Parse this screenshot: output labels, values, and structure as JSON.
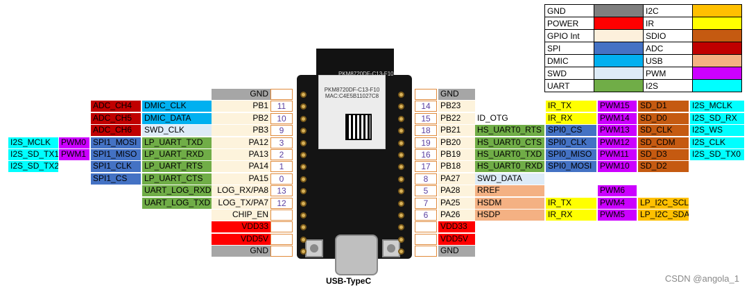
{
  "legend": [
    [
      "GND",
      "#7f7f7f",
      "I2C",
      "#ffc000"
    ],
    [
      "POWER",
      "#ff0000",
      "IR",
      "#ffff00"
    ],
    [
      "GPIO Int",
      "#fdf0dc",
      "SDIO",
      "#c55a11"
    ],
    [
      "SPI",
      "#4472c4",
      "ADC",
      "#c00000"
    ],
    [
      "DMIC",
      "#00b0f0",
      "USB",
      "#f4b183"
    ],
    [
      "SWD",
      "#ddebf7",
      "PWM",
      "#cc00ff"
    ],
    [
      "UART",
      "#70ad47",
      "I2S",
      "#00ffff"
    ]
  ],
  "board": {
    "module_label_top": "PKM8720DF-C13-F10",
    "module_label": "PKM8720DF-C13-F10",
    "mac": "MAC:C4E5B11027C8",
    "usb_label": "USB-TypeC"
  },
  "left_pins": [
    {
      "name": "GND",
      "num": "",
      "tags": []
    },
    {
      "name": "PB1",
      "num": "11",
      "tags": [
        [
          "DMIC_CLK",
          "#00b0f0"
        ],
        [
          "ADC_CH4",
          "#c00000"
        ]
      ]
    },
    {
      "name": "PB2",
      "num": "10",
      "tags": [
        [
          "DMIC_DATA",
          "#00b0f0"
        ],
        [
          "ADC_CH5",
          "#c00000"
        ]
      ]
    },
    {
      "name": "PB3",
      "num": "9",
      "tags": [
        [
          "SWD_CLK",
          "#ddebf7"
        ],
        [
          "ADC_CH6",
          "#c00000"
        ]
      ]
    },
    {
      "name": "PA12",
      "num": "3",
      "tags": [
        [
          "LP_UART_TXD",
          "#70ad47"
        ],
        [
          "SPI1_MOSI",
          "#4472c4"
        ],
        [
          "PWM0",
          "#cc00ff"
        ],
        [
          "I2S_MCLK",
          "#00ffff"
        ]
      ]
    },
    {
      "name": "PA13",
      "num": "2",
      "tags": [
        [
          "LP_UART_RXD",
          "#70ad47"
        ],
        [
          "SPI1_MISO",
          "#4472c4"
        ],
        [
          "PWM1",
          "#cc00ff"
        ],
        [
          "I2S_SD_TX1",
          "#00ffff"
        ]
      ]
    },
    {
      "name": "PA14",
      "num": "1",
      "tags": [
        [
          "LP_UART_RTS",
          "#70ad47"
        ],
        [
          "SPI1_CLK",
          "#4472c4"
        ],
        [
          "",
          "#ffffff"
        ],
        [
          "I2S_SD_TX2",
          "#00ffff"
        ]
      ]
    },
    {
      "name": "PA15",
      "num": "0",
      "tags": [
        [
          "LP_UART_CTS",
          "#70ad47"
        ],
        [
          "SPI1_CS",
          "#4472c4"
        ]
      ]
    },
    {
      "name": "LOG_RX/PA8",
      "num": "13",
      "tags": [
        [
          "UART_LOG_RXD",
          "#70ad47"
        ]
      ]
    },
    {
      "name": "LOG_TX/PA7",
      "num": "12",
      "tags": [
        [
          "UART_LOG_TXD",
          "#70ad47"
        ]
      ]
    },
    {
      "name": "CHIP_EN",
      "num": "",
      "tags": []
    },
    {
      "name": "VDD33",
      "num": "",
      "tags": []
    },
    {
      "name": "VDD5V",
      "num": "",
      "tags": []
    },
    {
      "name": "GND",
      "num": "",
      "tags": []
    }
  ],
  "right_pins": [
    {
      "name": "GND",
      "num": "",
      "tags": []
    },
    {
      "name": "PB23",
      "num": "14",
      "tags": [
        [
          "",
          "#ffffff"
        ],
        [
          "IR_TX",
          "#ffff00"
        ],
        [
          "PWM15",
          "#cc00ff"
        ],
        [
          "SD_D1",
          "#c55a11"
        ],
        [
          "I2S_MCLK",
          "#00ffff"
        ]
      ]
    },
    {
      "name": "PB22",
      "num": "15",
      "tags": [
        [
          "ID_OTG",
          "#ffffff"
        ],
        [
          "IR_RX",
          "#ffff00"
        ],
        [
          "PWM14",
          "#cc00ff"
        ],
        [
          "SD_D0",
          "#c55a11"
        ],
        [
          "I2S_SD_RX",
          "#00ffff"
        ]
      ]
    },
    {
      "name": "PB21",
      "num": "18",
      "tags": [
        [
          "HS_UART0_RTS",
          "#70ad47"
        ],
        [
          "SPI0_CS",
          "#4472c4"
        ],
        [
          "PWM13",
          "#cc00ff"
        ],
        [
          "SD_CLK",
          "#c55a11"
        ],
        [
          "I2S_WS",
          "#00ffff"
        ]
      ]
    },
    {
      "name": "PB20",
      "num": "19",
      "tags": [
        [
          "HS_UART0_CTS",
          "#70ad47"
        ],
        [
          "SPI0_CLK",
          "#4472c4"
        ],
        [
          "PWM12",
          "#cc00ff"
        ],
        [
          "SD_CDM",
          "#c55a11"
        ],
        [
          "I2S_CLK",
          "#00ffff"
        ]
      ]
    },
    {
      "name": "PB19",
      "num": "16",
      "tags": [
        [
          "HS_UART0_TXD",
          "#70ad47"
        ],
        [
          "SPI0_MISO",
          "#4472c4"
        ],
        [
          "PWM11",
          "#cc00ff"
        ],
        [
          "SD_D3",
          "#c55a11"
        ],
        [
          "I2S_SD_TX0",
          "#00ffff"
        ]
      ]
    },
    {
      "name": "PB18",
      "num": "17",
      "tags": [
        [
          "HS_UART0_RXD",
          "#70ad47"
        ],
        [
          "SPI0_MOSI",
          "#4472c4"
        ],
        [
          "PWM10",
          "#cc00ff"
        ],
        [
          "SD_D2",
          "#c55a11"
        ]
      ]
    },
    {
      "name": "PA27",
      "num": "8",
      "tags": [
        [
          "SWD_DATA",
          "#ddebf7"
        ]
      ]
    },
    {
      "name": "PA28",
      "num": "5",
      "tags": [
        [
          "RREF",
          "#f4b183"
        ],
        [
          "",
          "#ffffff"
        ],
        [
          "PWM6",
          "#cc00ff"
        ]
      ]
    },
    {
      "name": "PA25",
      "num": "7",
      "tags": [
        [
          "HSDM",
          "#f4b183"
        ],
        [
          "IR_TX",
          "#ffff00"
        ],
        [
          "PWM4",
          "#cc00ff"
        ],
        [
          "LP_I2C_SCL",
          "#ffc000"
        ]
      ]
    },
    {
      "name": "PA26",
      "num": "6",
      "tags": [
        [
          "HSDP",
          "#f4b183"
        ],
        [
          "IR_RX",
          "#ffff00"
        ],
        [
          "PWM5",
          "#cc00ff"
        ],
        [
          "LP_I2C_SDA",
          "#ffc000"
        ]
      ]
    },
    {
      "name": "VDD33",
      "num": "",
      "tags": []
    },
    {
      "name": "VDD5V",
      "num": "",
      "tags": []
    },
    {
      "name": "GND",
      "num": "",
      "tags": []
    }
  ],
  "watermark": "CSDN @angola_1"
}
